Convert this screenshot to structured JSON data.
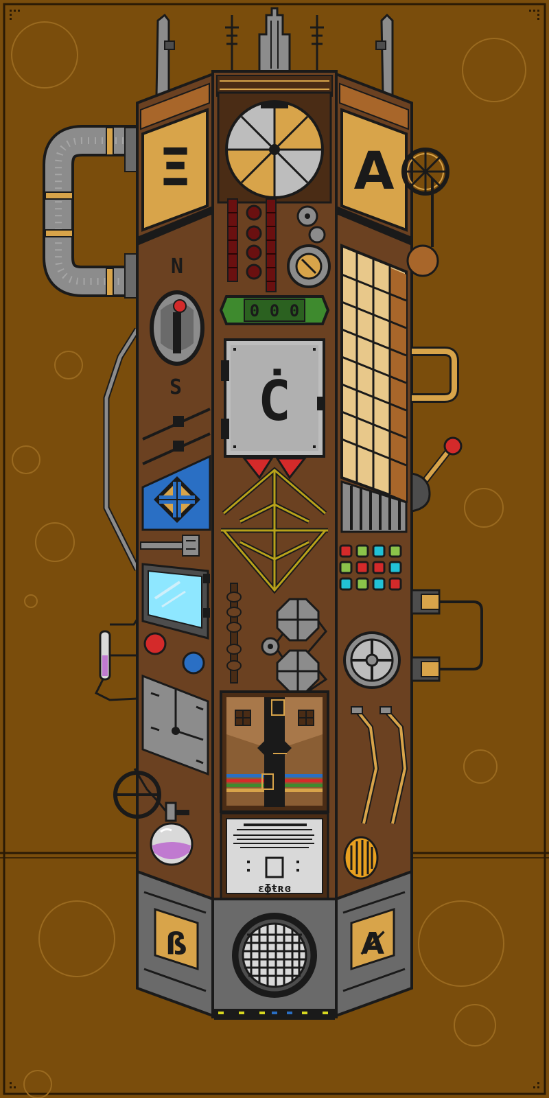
{
  "palette": {
    "background": "#7a4d0c",
    "frame": "#2a1a05",
    "wood": "#6b4121",
    "wood_dark": "#4a2c15",
    "brass": "#d8a44a",
    "steel": "#8c8c8c",
    "steel_dark": "#4d4d4d",
    "screen": "#8ee7ff",
    "leaf_green": "#3e8a2e",
    "olive": "#b8a21a",
    "red": "#d42a2a",
    "blue": "#2a6fc4",
    "purple": "#c07ad0",
    "paper": "#d9d9d9"
  },
  "panels": {
    "compass": {
      "north": "N",
      "south": "S"
    },
    "odometer": {
      "digits": [
        "0",
        "0",
        "0"
      ]
    },
    "screen_glyph": "Ċ",
    "label_plate": {
      "text": "ɛɸŧʀɞ"
    }
  },
  "rune_tiles": {
    "left": "Ξ",
    "right": "A",
    "bottom_left": "ß",
    "bottom_right": "Ⱥ"
  },
  "indicator_lights": {
    "rows": [
      [
        "red",
        "green",
        "cyan",
        "green"
      ],
      [
        "green",
        "red",
        "red",
        "cyan"
      ],
      [
        "cyan",
        "green",
        "cyan",
        "red"
      ]
    ]
  },
  "icons": [
    "compass-needle-icon",
    "gear-icon",
    "wheel-icon",
    "lever-icon",
    "flask-icon",
    "clock-icon",
    "speaker-grille-icon",
    "antenna-icon",
    "lens-icon",
    "meter-icon"
  ]
}
